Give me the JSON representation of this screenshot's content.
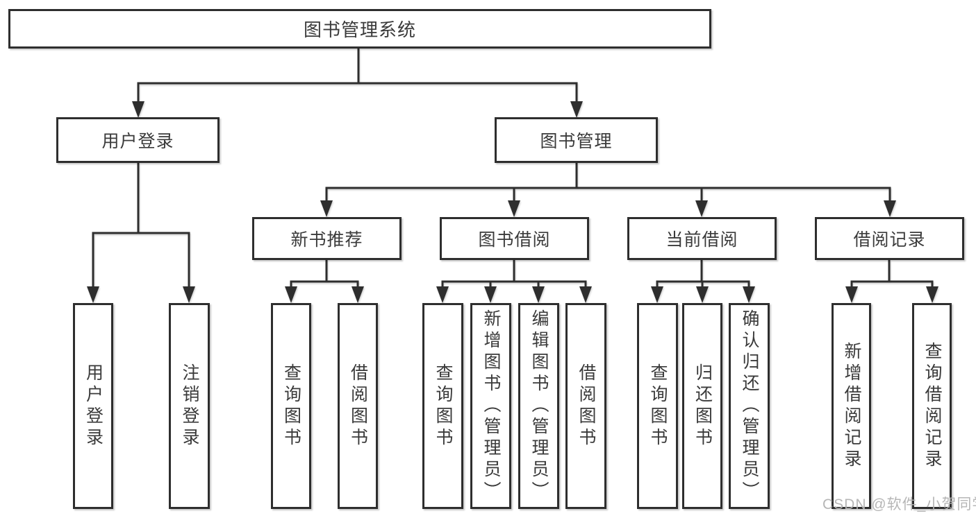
{
  "colors": {
    "line": "#2e2e2e",
    "border": "#2e2e2e",
    "text": "#3a3a3a",
    "box_fill": "#ffffff",
    "background": "#ffffff",
    "watermark": "#b3b3b3"
  },
  "watermark": {
    "text": "CSDN @软件_小贺同学"
  },
  "tree": {
    "root": {
      "label": "图书管理系统",
      "children": [
        {
          "label": "用户登录",
          "children": [
            {
              "label": "用户登录"
            },
            {
              "label": "注销登录"
            }
          ]
        },
        {
          "label": "图书管理",
          "children": [
            {
              "label": "新书推荐",
              "children": [
                {
                  "label": "查询图书"
                },
                {
                  "label": "借阅图书"
                }
              ]
            },
            {
              "label": "图书借阅",
              "children": [
                {
                  "label": "查询图书"
                },
                {
                  "label": "新增图书（管理员）"
                },
                {
                  "label": "编辑图书（管理员）"
                },
                {
                  "label": "借阅图书"
                }
              ]
            },
            {
              "label": "当前借阅",
              "children": [
                {
                  "label": "查询图书"
                },
                {
                  "label": "归还图书"
                },
                {
                  "label": "确认归还（管理员）"
                }
              ]
            },
            {
              "label": "借阅记录",
              "children": [
                {
                  "label": "新增借阅记录"
                },
                {
                  "label": "查询借阅记录"
                }
              ]
            }
          ]
        }
      ]
    }
  }
}
